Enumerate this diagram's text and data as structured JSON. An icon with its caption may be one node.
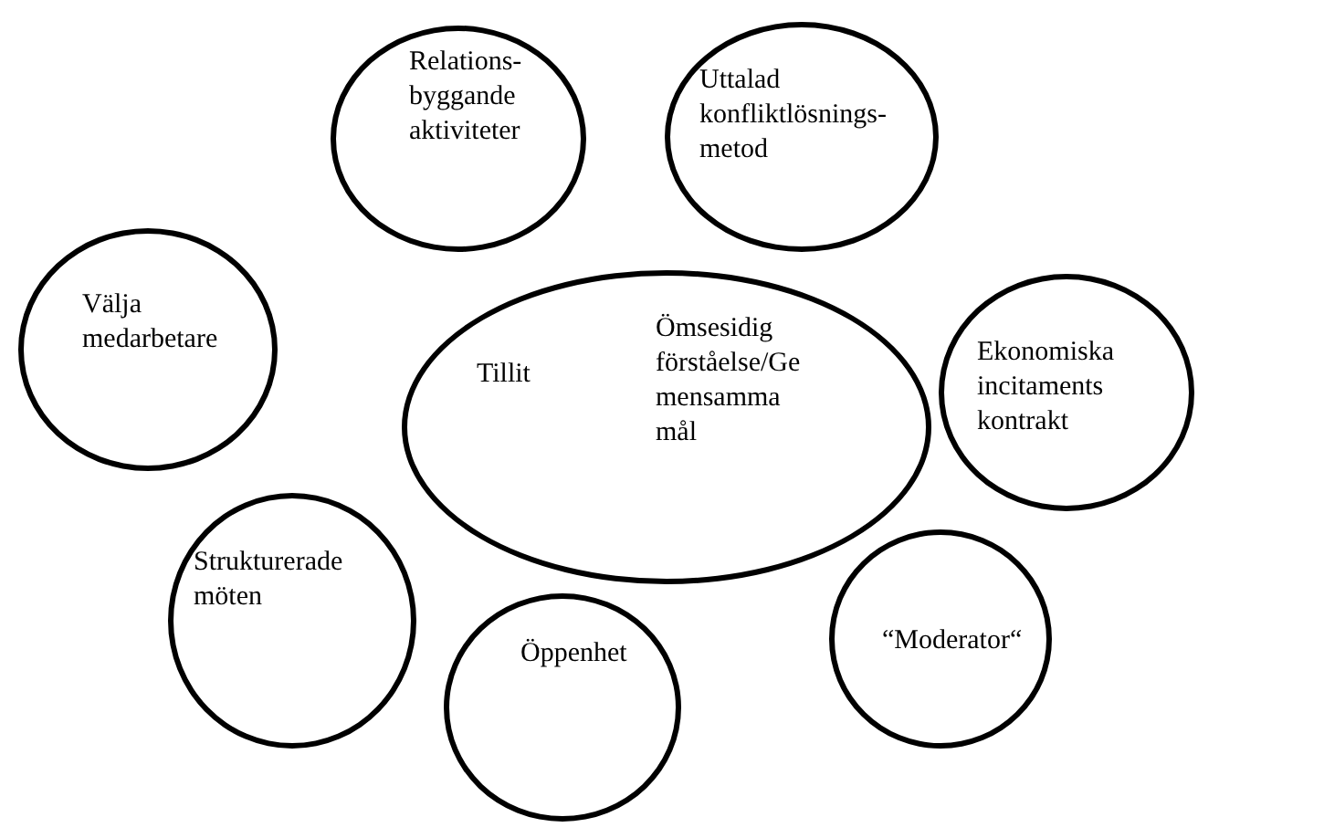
{
  "diagram": {
    "nodes": [
      {
        "text": [
          "Relations-byggande aktiviteter"
        ]
      },
      {
        "text": [
          "Uttalad konfliktlösnings-metod"
        ]
      },
      {
        "text": [
          "Välja medarbetare"
        ]
      },
      {
        "text": [
          "Tillit",
          "Ömsesidig förståelse/Gemensamma mål"
        ]
      },
      {
        "text": [
          "Ekonomiska incitaments kontrakt"
        ]
      },
      {
        "text": [
          "Strukturerade möten"
        ]
      },
      {
        "text": [
          "Öppenhet"
        ]
      },
      {
        "text": [
          "“Moderator“"
        ]
      }
    ]
  }
}
